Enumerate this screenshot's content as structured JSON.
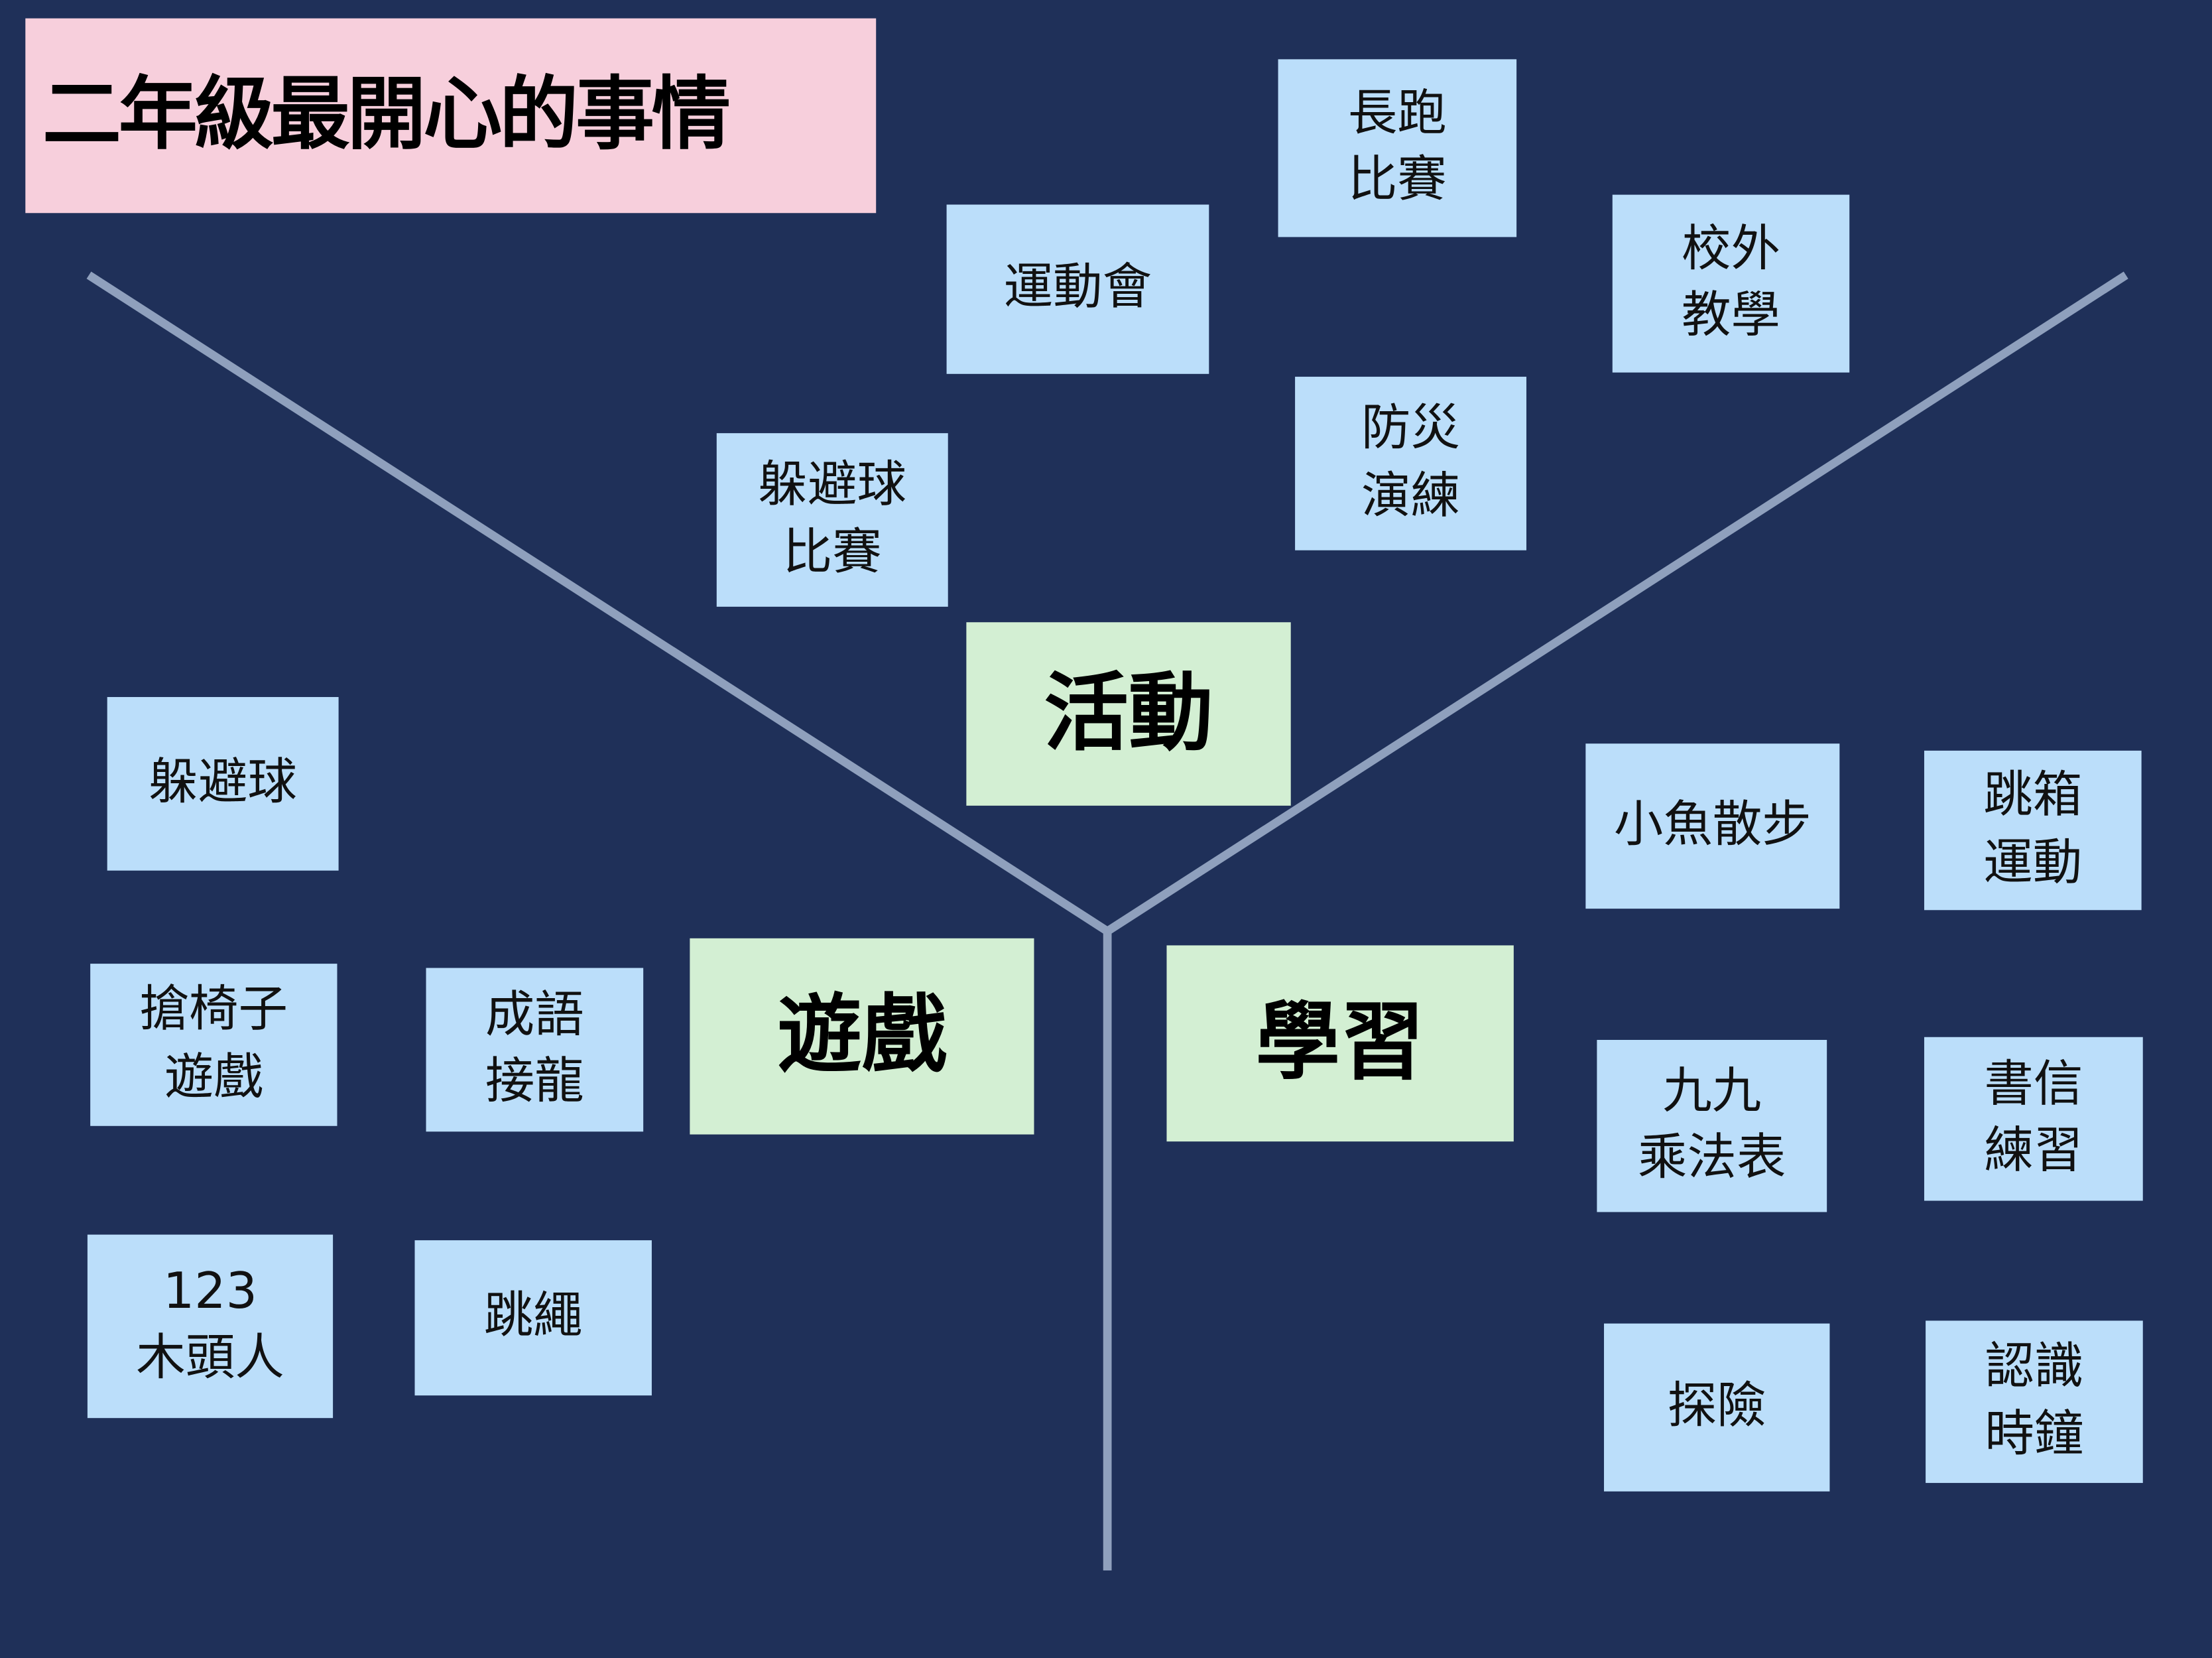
{
  "title": "二年級最開心的事情",
  "colors": {
    "background": "#1f3059",
    "item": "#bbdefa",
    "category": "#d3efd3",
    "title": "#f7cfdc",
    "line": "#8fa0bd"
  },
  "categories": {
    "activity": "活動",
    "game": "遊戲",
    "learning": "學習"
  },
  "activity_items": [
    "長跑\n比賽",
    "運動會",
    "校外\n教學",
    "防災\n演練",
    "躲避球\n比賽"
  ],
  "game_items": [
    "躲避球",
    "搶椅子\n遊戲",
    "成語\n接龍",
    "123\n木頭人",
    "跳繩"
  ],
  "learning_items": [
    "小魚散步",
    "跳箱\n運動",
    "九九\n乘法表",
    "書信\n練習",
    "探險",
    "認識\n時鐘"
  ]
}
